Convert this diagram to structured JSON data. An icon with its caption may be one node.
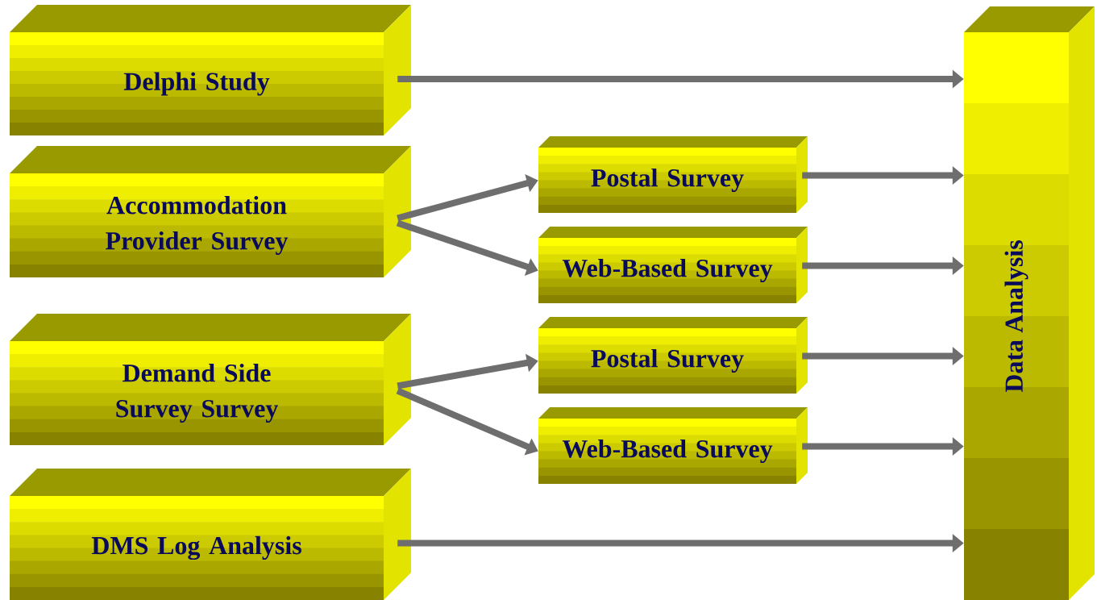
{
  "diagram": {
    "nodes": [
      {
        "text": [
          "Delphi Study"
        ]
      },
      {
        "text": [
          "Accommodation Provider Survey"
        ]
      },
      {
        "text": [
          "Postal Survey"
        ]
      },
      {
        "text": [
          "Web-Based Survey"
        ]
      },
      {
        "text": [
          "Demand Side Survey Survey"
        ]
      },
      {
        "text": [
          "Postal Survey"
        ]
      },
      {
        "text": [
          "Web-Based Survey"
        ]
      },
      {
        "text": [
          "DMS Log Analysis"
        ]
      },
      {
        "text": [
          "Data Analysis"
        ]
      }
    ],
    "edges": [
      {
        "from": 0,
        "to": 8,
        "arrow": "to"
      },
      {
        "from": 1,
        "to": 2,
        "arrow": "to"
      },
      {
        "from": 1,
        "to": 3,
        "arrow": "to"
      },
      {
        "from": 2,
        "to": 8,
        "arrow": "to"
      },
      {
        "from": 3,
        "to": 8,
        "arrow": "to"
      },
      {
        "from": 4,
        "to": 5,
        "arrow": "to"
      },
      {
        "from": 4,
        "to": 6,
        "arrow": "to"
      },
      {
        "from": 5,
        "to": 8,
        "arrow": "to"
      },
      {
        "from": 6,
        "to": 8,
        "arrow": "to"
      },
      {
        "from": 7,
        "to": 8,
        "arrow": "to"
      }
    ]
  }
}
